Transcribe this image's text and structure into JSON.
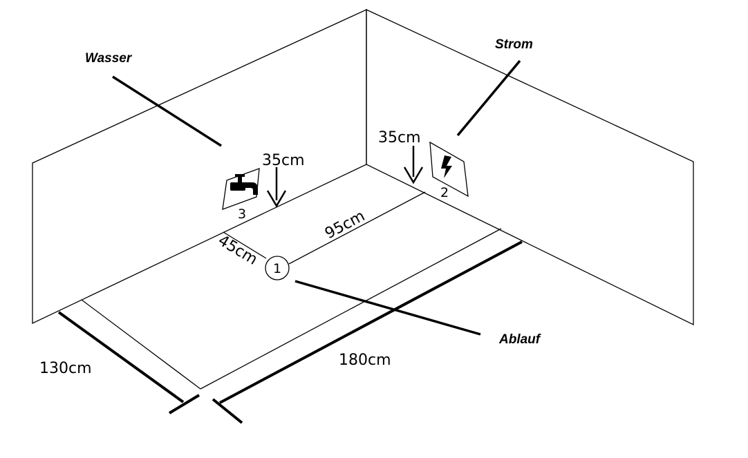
{
  "labels": {
    "water": "Wasser",
    "power": "Strom",
    "drain": "Ablauf"
  },
  "dimensions": {
    "water_height": "35cm",
    "power_height": "35cm",
    "drain_to_back": "95cm",
    "drain_to_left": "45cm",
    "width": "130cm",
    "length": "180cm"
  },
  "markers": {
    "drain": "1",
    "power": "2",
    "water": "3"
  },
  "icons": {
    "water": "faucet-icon",
    "power": "lightning-icon"
  },
  "colors": {
    "line": "#000000",
    "background": "#ffffff"
  }
}
